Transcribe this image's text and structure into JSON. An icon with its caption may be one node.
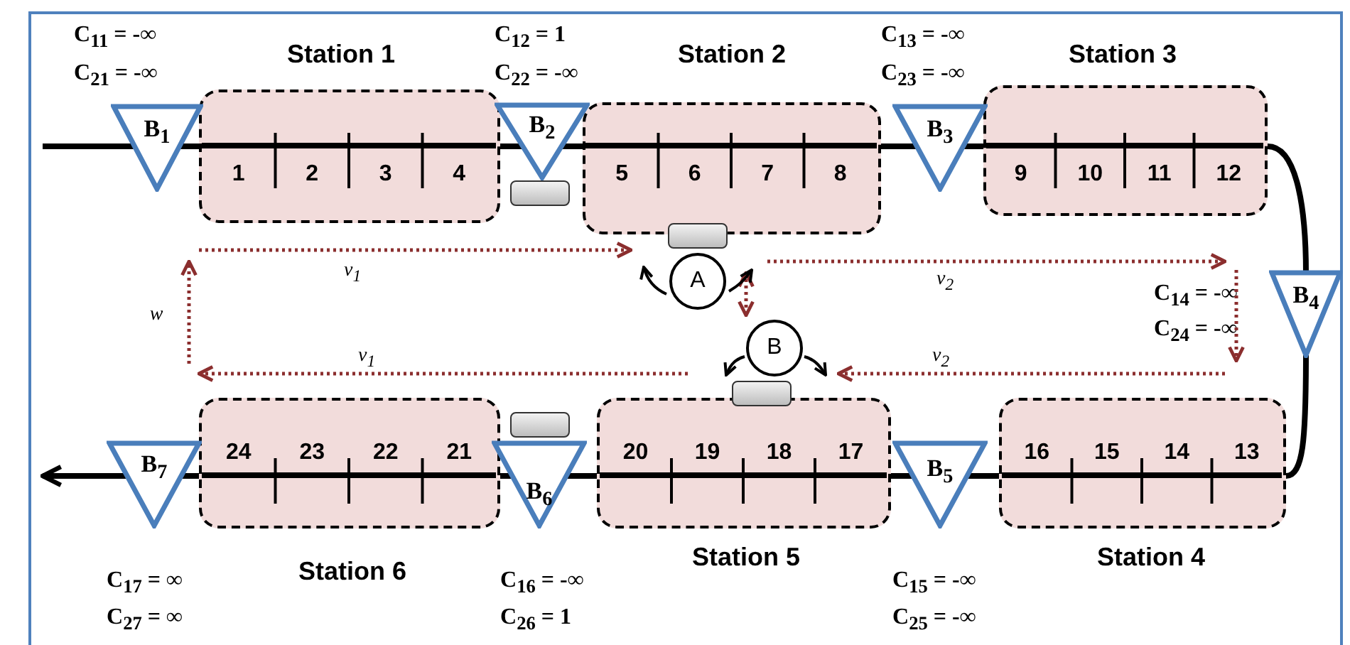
{
  "diagram": {
    "nodes": [
      {
        "text": [
          "B$_{1}$"
        ],
        "beside": [
          "C$_{11}$ = -∞",
          "C$_{21}$ = -∞"
        ]
      },
      {
        "text": [
          "Station 1"
        ]
      },
      {
        "text": [
          "B$_{2}$"
        ],
        "beside": [
          "C$_{12}$ = 1",
          "C$_{22}$ = -∞"
        ]
      },
      {
        "text": [
          "Station 2"
        ]
      },
      {
        "text": [
          "B$_{3}$"
        ],
        "beside": [
          "C$_{13}$ = -∞",
          "C$_{23}$ = -∞"
        ]
      },
      {
        "text": [
          "Station 3"
        ]
      },
      {
        "text": [
          "A"
        ]
      },
      {
        "text": [
          "B$_{4}$"
        ],
        "beside": [
          "C$_{14}$ = -∞",
          "C$_{24}$ = -∞"
        ]
      },
      {
        "text": [
          "B"
        ]
      },
      {
        "text": [
          "B$_{7}$"
        ],
        "beside": [
          "C$_{17}$ = ∞",
          "C$_{27}$ = ∞"
        ]
      },
      {
        "text": [
          "Station 6"
        ]
      },
      {
        "text": [
          "B$_{6}$"
        ],
        "beside": [
          "C$_{16}$ = -∞",
          "C$_{26}$ = 1"
        ]
      },
      {
        "text": [
          "Station 5"
        ]
      },
      {
        "text": [
          "B$_{5}$"
        ],
        "beside": [
          "C$_{15}$ = -∞",
          "C$_{25}$ = -∞"
        ]
      },
      {
        "text": [
          "Station 4"
        ]
      }
    ],
    "edges": [
      {
        "from": null,
        "to": 0,
        "arrow": "none"
      },
      {
        "from": 0,
        "to": 1,
        "arrow": "none"
      },
      {
        "from": 1,
        "to": 2,
        "arrow": "none"
      },
      {
        "from": 2,
        "to": 3,
        "arrow": "none"
      },
      {
        "from": 3,
        "to": 4,
        "arrow": "none"
      },
      {
        "from": 4,
        "to": 5,
        "arrow": "none"
      },
      {
        "from": 5,
        "to": 7,
        "arrow": "none"
      },
      {
        "from": 7,
        "to": 14,
        "arrow": "none"
      },
      {
        "from": 14,
        "to": 13,
        "arrow": "none"
      },
      {
        "from": 13,
        "to": 12,
        "arrow": "none"
      },
      {
        "from": 12,
        "to": 11,
        "arrow": "none"
      },
      {
        "from": 11,
        "to": 10,
        "arrow": "none"
      },
      {
        "from": 10,
        "to": 9,
        "arrow": "none"
      },
      {
        "from": 9,
        "to": null,
        "arrow": "to"
      }
    ],
    "labels": [
      "1",
      "2",
      "3",
      "4",
      "5",
      "6",
      "7",
      "8",
      "9",
      "10",
      "11",
      "12",
      "v$_{1}$",
      "v$_{2}$",
      "w",
      "v$_{1}$",
      "v$_{2}$",
      "24",
      "23",
      "22",
      "21",
      "20",
      "19",
      "18",
      "17",
      "16",
      "15",
      "14",
      "13"
    ]
  }
}
